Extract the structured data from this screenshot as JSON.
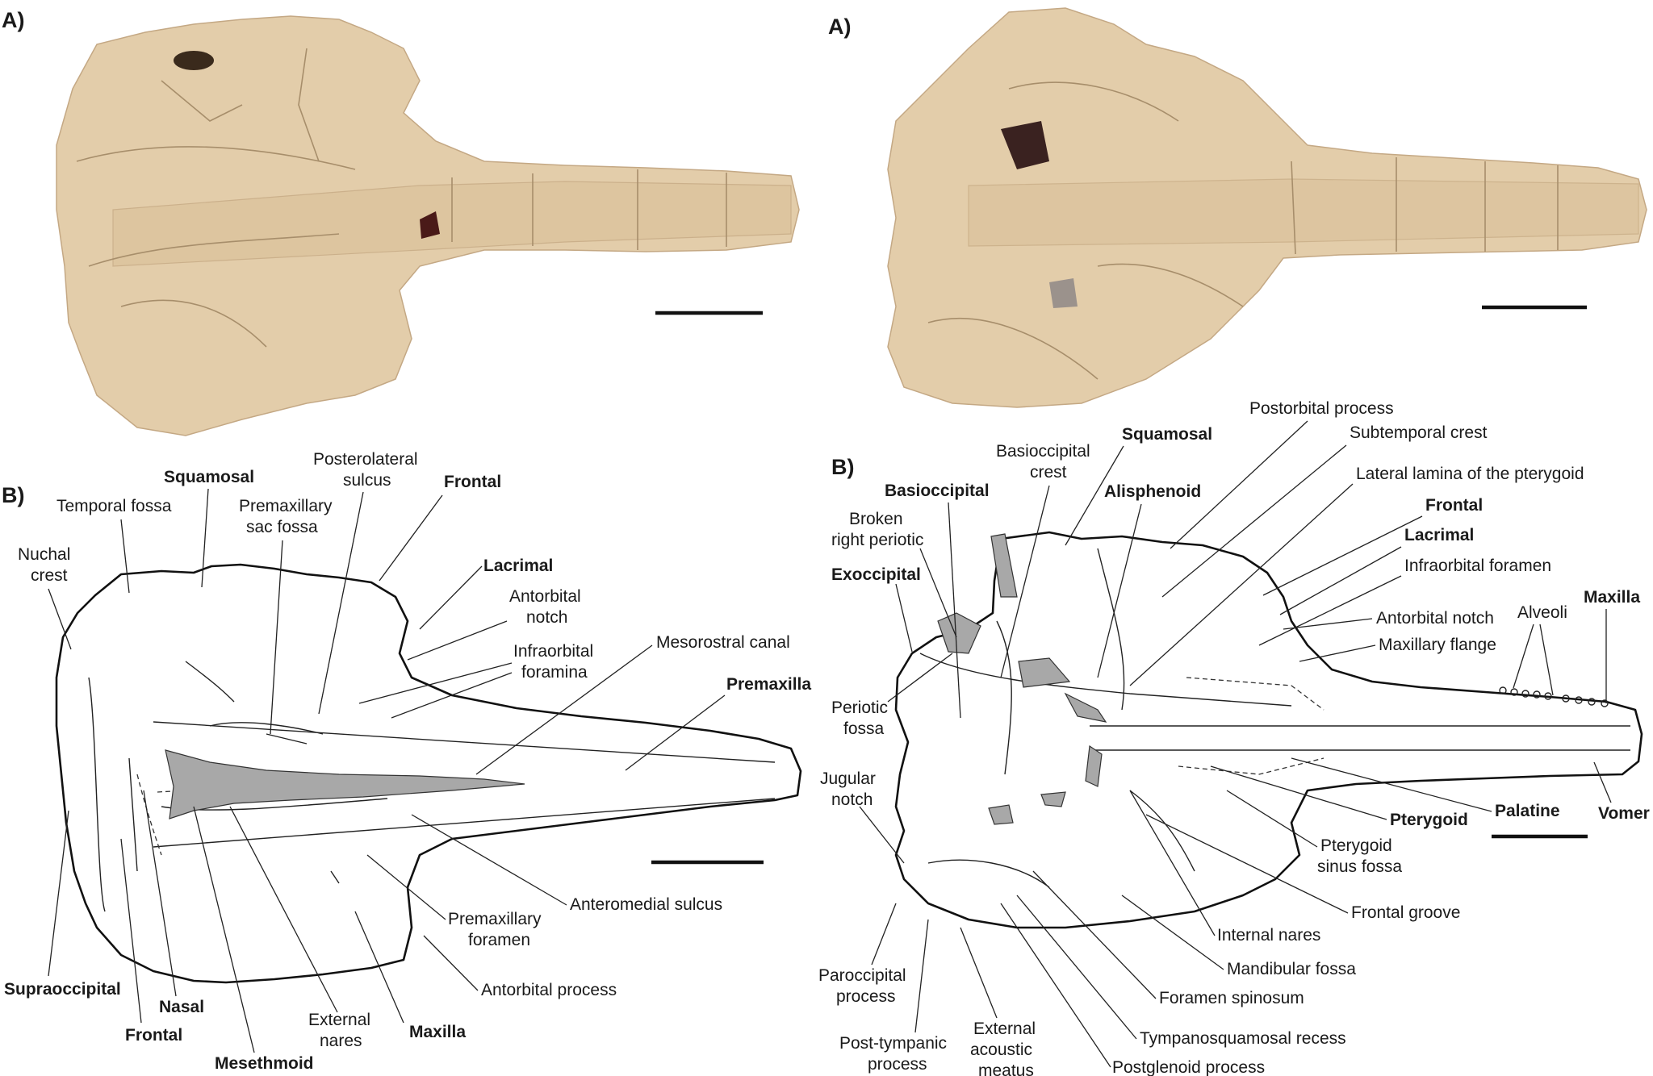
{
  "panels": {
    "left_photo": "A)",
    "left_drawing": "B)",
    "right_photo": "A)",
    "right_drawing": "B)"
  },
  "dorsal_labels": {
    "squamosal": "Squamosal",
    "temporal_fossa": "Temporal fossa",
    "nuchal_crest": [
      "Nuchal",
      "crest"
    ],
    "premaxillary_sac_fossa": [
      "Premaxillary",
      "sac fossa"
    ],
    "posterolateral_sulcus": [
      "Posterolateral",
      "sulcus"
    ],
    "frontal_top": "Frontal",
    "lacrimal": "Lacrimal",
    "antorbital_notch": [
      "Antorbital",
      "notch"
    ],
    "infraorbital_foramina": [
      "Infraorbital",
      "foramina"
    ],
    "mesorostral_canal": "Mesorostral canal",
    "premaxilla": "Premaxilla",
    "anteromedial_sulcus": "Anteromedial sulcus",
    "premaxillary_foramen": [
      "Premaxillary",
      "foramen"
    ],
    "antorbital_process": "Antorbital process",
    "supraoccipital": "Supraoccipital",
    "nasal": "Nasal",
    "frontal_bottom": "Frontal",
    "mesethmoid": "Mesethmoid",
    "external_nares": [
      "External",
      "nares"
    ],
    "maxilla": "Maxilla"
  },
  "ventral_labels": {
    "postorbital_process": "Postorbital process",
    "subtemporal_crest": "Subtemporal crest",
    "squamosal": "Squamosal",
    "basioccipital_crest": [
      "Basioccipital",
      "crest"
    ],
    "lateral_lamina": "Lateral lamina of the pterygoid",
    "basioccipital": "Basioccipital",
    "alisphenoid": "Alisphenoid",
    "frontal": "Frontal",
    "broken_periotic": [
      "Broken",
      "right periotic"
    ],
    "lacrimal": "Lacrimal",
    "infraorbital_foramen": "Infraorbital foramen",
    "exoccipital": "Exoccipital",
    "antorbital_notch": "Antorbital notch",
    "alveoli": "Alveoli",
    "maxilla": "Maxilla",
    "maxillary_flange": "Maxillary flange",
    "periotic_fossa": [
      "Periotic",
      "fossa"
    ],
    "jugular_notch": [
      "Jugular",
      "notch"
    ],
    "pterygoid": "Pterygoid",
    "palatine": "Palatine",
    "vomer": "Vomer",
    "pterygoid_sinus_fossa": [
      "Pterygoid",
      "sinus fossa"
    ],
    "frontal_groove": "Frontal groove",
    "internal_nares": "Internal nares",
    "mandibular_fossa": "Mandibular fossa",
    "foramen_spinosum": "Foramen spinosum",
    "paroccipital_process": [
      "Paroccipital",
      "process"
    ],
    "tympanosquamosal_recess": "Tympanosquamosal recess",
    "external_acoustic_meatus": [
      "External",
      "acoustic",
      "meatus"
    ],
    "post_tympanic_process": [
      "Post-tympanic",
      "process"
    ],
    "postglenoid_process": "Postglenoid process"
  },
  "colors": {
    "bone": "#e3cdaa",
    "bone_shadow": "#d9bf97",
    "grey_fill": "#a8a8a8",
    "outline": "#111111"
  }
}
